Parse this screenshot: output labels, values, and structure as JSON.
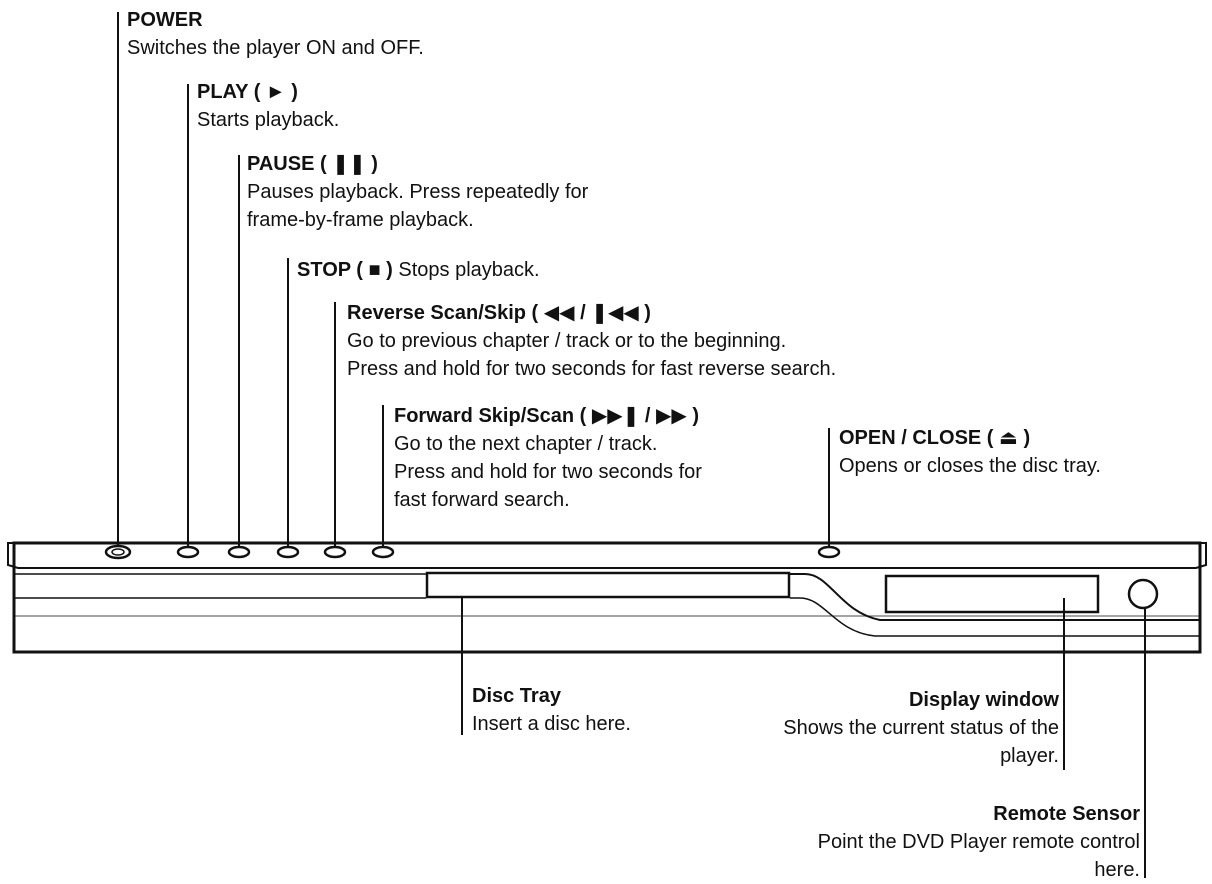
{
  "callouts": {
    "power": {
      "title": "POWER",
      "desc": "Switches the player ON and OFF."
    },
    "play": {
      "title": "PLAY ( ► )",
      "desc": "Starts playback."
    },
    "pause": {
      "title": "PAUSE ( ❚❚ )",
      "desc1": "Pauses playback. Press repeatedly for",
      "desc2": "frame-by-frame playback."
    },
    "stop": {
      "title": "STOP ( ■ )",
      "desc": " Stops playback."
    },
    "reverse": {
      "title": "Reverse Scan/Skip ( ◀◀ / ❚◀◀ )",
      "desc1": "Go to previous chapter / track or to the beginning.",
      "desc2": "Press and hold for two seconds for fast reverse search."
    },
    "forward": {
      "title": "Forward Skip/Scan ( ▶▶❚ / ▶▶ )",
      "desc1": "Go to the next chapter / track.",
      "desc2": "Press and hold for two seconds for",
      "desc3": "fast forward search."
    },
    "open_close": {
      "title": "OPEN / CLOSE ( ⏏ )",
      "desc": "Opens or closes the disc tray."
    },
    "disc_tray": {
      "title": "Disc Tray",
      "desc": "Insert a disc here."
    },
    "display_window": {
      "title": "Display window",
      "desc1": "Shows the current status of the",
      "desc2": "player."
    },
    "remote_sensor": {
      "title": "Remote Sensor",
      "desc1": "Point the DVD Player remote control",
      "desc2": "here."
    }
  }
}
